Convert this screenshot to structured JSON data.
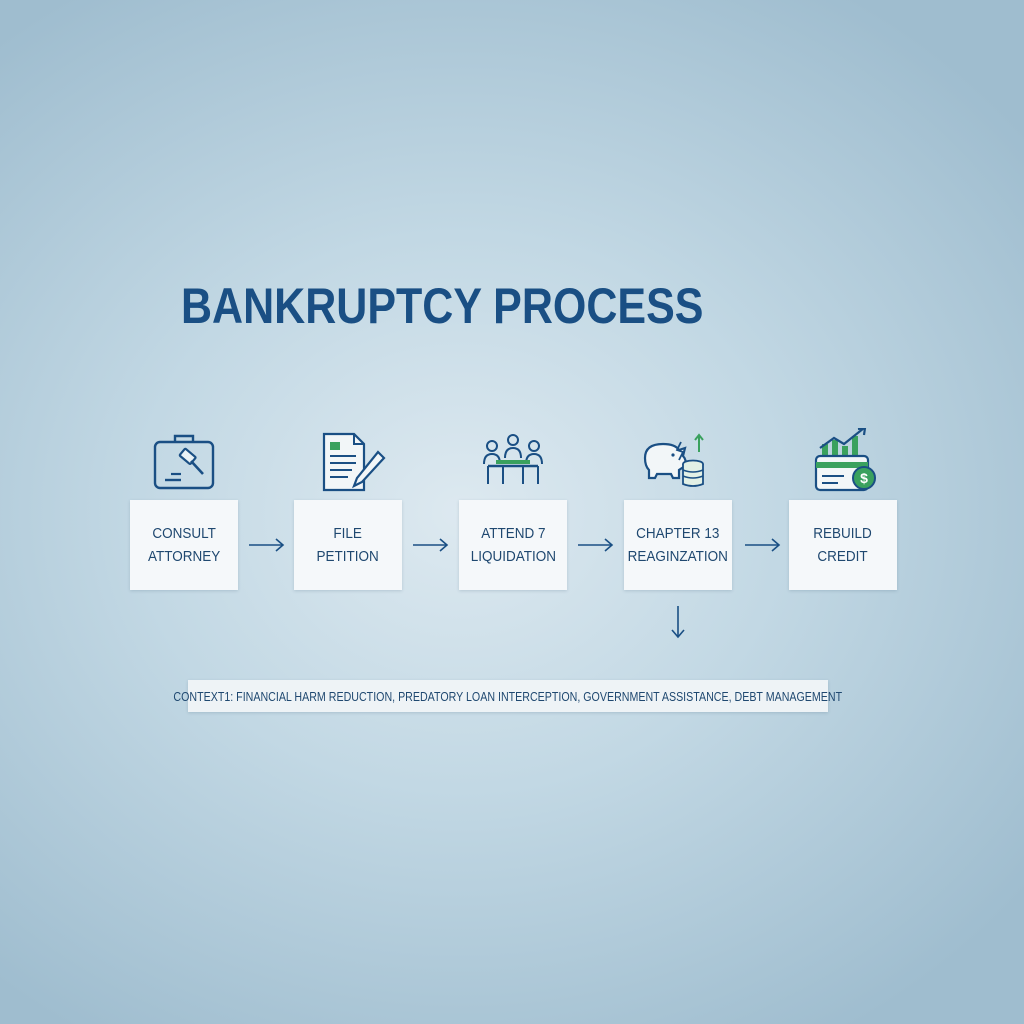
{
  "title": "BANKRUPTCY PROCESS",
  "steps": [
    {
      "label": "CONSULT\nATTORNEY",
      "icon": "briefcase-gavel-icon"
    },
    {
      "label": "FILE\nPETITION",
      "icon": "document-pen-icon"
    },
    {
      "label": "ATTEND 7\nLIQUIDATION",
      "icon": "meeting-table-icon"
    },
    {
      "label": "CHAPTER 13\nREAGINZATION",
      "icon": "piggy-bank-coins-icon"
    },
    {
      "label": "REBUILD\nCREDIT",
      "icon": "credit-card-growth-icon"
    }
  ],
  "context": "CONTEXT1: FINANCIAL HARM REDUCTION, PREDATORY LOAN INTERCEPTION, GOVERNMENT ASSISTANCE, DEBT MANAGEMENT",
  "colors": {
    "primary": "#1a4f84",
    "accent": "#3aa15e",
    "box": "#f5f8fa"
  }
}
